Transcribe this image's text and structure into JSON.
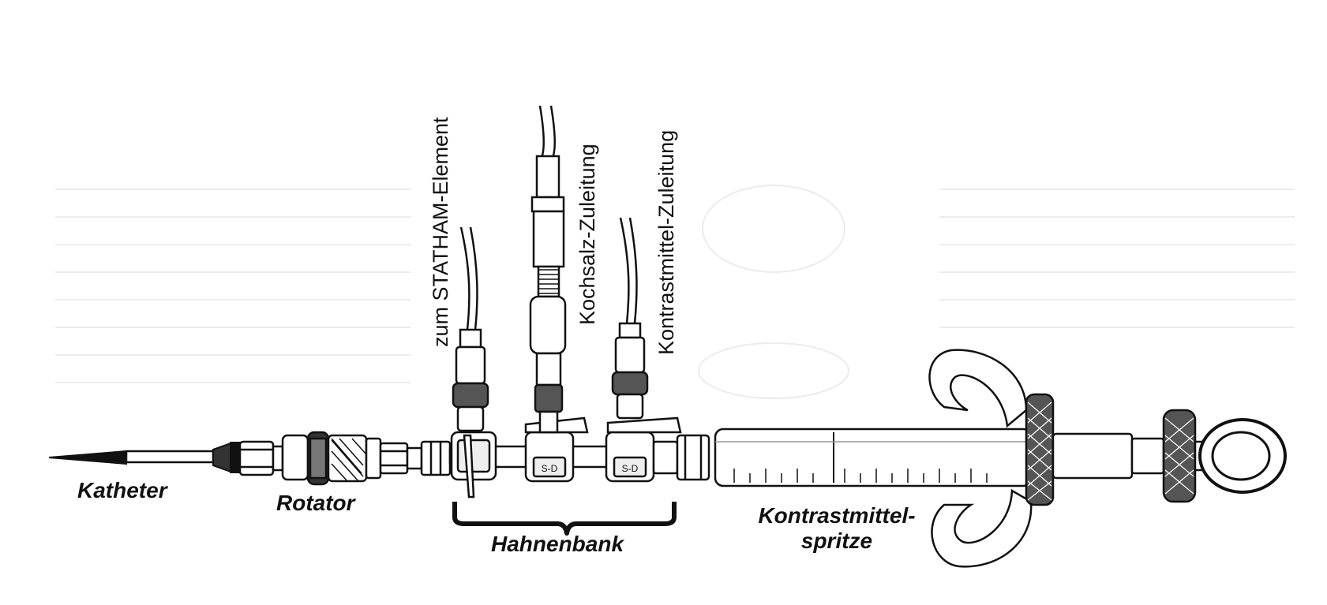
{
  "labels": {
    "catheter": "Katheter",
    "rotator": "Rotator",
    "stopcock_bank": "Hahnenbank",
    "syringe_line1": "Kontrastmittel-",
    "syringe_line2": "spritze",
    "statham": "zum STATHAM-Element",
    "saline": "Kochsalz-Zuleitung",
    "contrast_line": "Kontrastmittel-Zuleitung"
  },
  "valve_marks": [
    "S-D",
    "S-D"
  ],
  "colors": {
    "ink": "#111111",
    "paper": "#ffffff",
    "faint": "#e9e9e9"
  }
}
